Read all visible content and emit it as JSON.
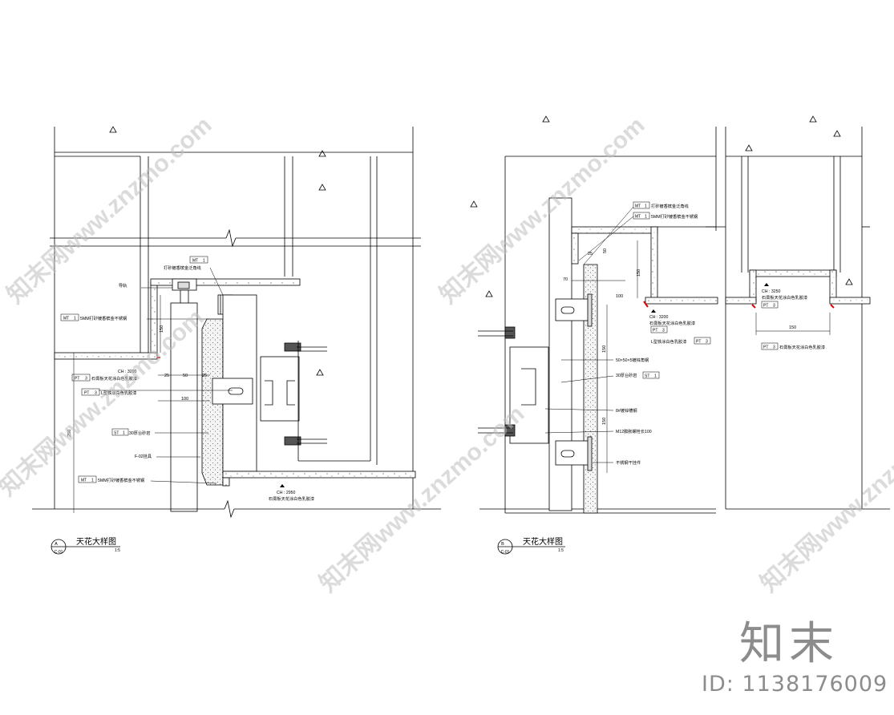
{
  "watermark": {
    "logo": "知末",
    "id_text": "ID: 1138176009",
    "diagonal": "知末网www.znzmo.com"
  },
  "detail_a": {
    "title": "天花大样图",
    "marker_letter": "A",
    "marker_sheet": "C-01",
    "scale": "1:5",
    "tags": [
      {
        "code": "MT",
        "num": "1",
        "text": "打砂镀香槟金泛角线"
      },
      {
        "code": "MT",
        "num": "1",
        "text": "5MM打砂镀香槟金不锈钢"
      },
      {
        "code": "PT",
        "num": "3",
        "text": "石膏板天花涂白色乳胶漆"
      },
      {
        "code": "PT",
        "num": "3",
        "text": "L型铁涂白色乳胶漆"
      },
      {
        "code": "ST",
        "num": "1",
        "text": "30厚台砂岩"
      },
      {
        "code": "MT",
        "num": "1",
        "text": "5MM打砂镀香槟金不锈钢"
      }
    ],
    "labels": {
      "guide_rail": "导轨",
      "ch_upper": "CH : 3200",
      "f02": "F-02挂具",
      "ch_lower": "CH : 2950",
      "lower_note": "石膏板天花涂白色乳胶漆"
    },
    "dims": [
      "150",
      "25",
      "50",
      "25",
      "100",
      "250"
    ]
  },
  "detail_b": {
    "title": "天花大样图",
    "marker_letter": "B",
    "marker_sheet": "C-01",
    "scale": "1:5",
    "tags": [
      {
        "code": "MT",
        "num": "1",
        "text": "打砂镀香槟金泛角线"
      },
      {
        "code": "MT",
        "num": "1",
        "text": "5MM打砂镀香槟金不锈钢"
      },
      {
        "code": "PT",
        "num": "3",
        "text": "石膏板天花涂白色乳胶漆"
      },
      {
        "code": "PT",
        "num": "3",
        "text": "L型铁涂白色乳胶漆"
      },
      {
        "code": "ST",
        "num": "1",
        "text": "30厚台砂岩"
      }
    ],
    "labels": {
      "ch": "CH : 3200",
      "angle": "50×50×5镀锌角钢",
      "channel": "8#镀锌槽钢",
      "bolt": "M12膨胀螺栓长100",
      "steel": "不锈钢干挂件"
    },
    "dims": [
      "25",
      "50",
      "70",
      "150",
      "100",
      "150",
      "150"
    ]
  },
  "detail_c": {
    "ch": "CH : 3250",
    "tags": [
      {
        "code": "PT",
        "num": "3",
        "text": "石膏板天花涂白色乳胶漆"
      },
      {
        "code": "PT",
        "num": "3",
        "text": "石膏板天花涂白色乳胶漆"
      }
    ],
    "dims": [
      "150"
    ]
  }
}
